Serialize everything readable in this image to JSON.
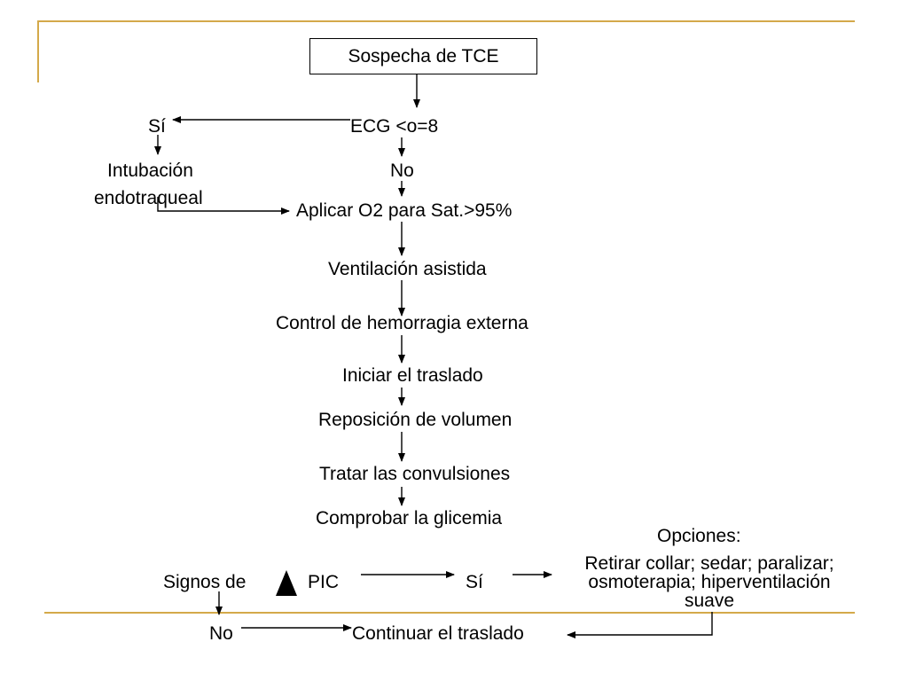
{
  "colors": {
    "accent_lines": "#d4a94a",
    "ink": "#000000"
  },
  "nodes": {
    "start": "Sospecha de TCE",
    "ecg": "ECG <o=8",
    "si_1": "Sí",
    "intubacion_1": "Intubación",
    "intubacion_2": "endotraqueal",
    "no_1": "No",
    "aplicar_o2": "Aplicar O2 para Sat.>95%",
    "ventilacion": "Ventilación asistida",
    "hemorragia": "Control de hemorragia externa",
    "traslado": "Iniciar el traslado",
    "reposicion": "Reposición de volumen",
    "convulsiones": "Tratar las convulsiones",
    "glicemia": "Comprobar la glicemia",
    "opciones": "Opciones:",
    "signos_de": "Signos de",
    "pic": "PIC",
    "si_2": "Sí",
    "retirar_1": "Retirar collar; sedar; paralizar;",
    "retirar_2": "osmoterapia; hiperventilación",
    "retirar_3": "suave",
    "no_2": "No",
    "continuar": "Continuar el traslado"
  }
}
